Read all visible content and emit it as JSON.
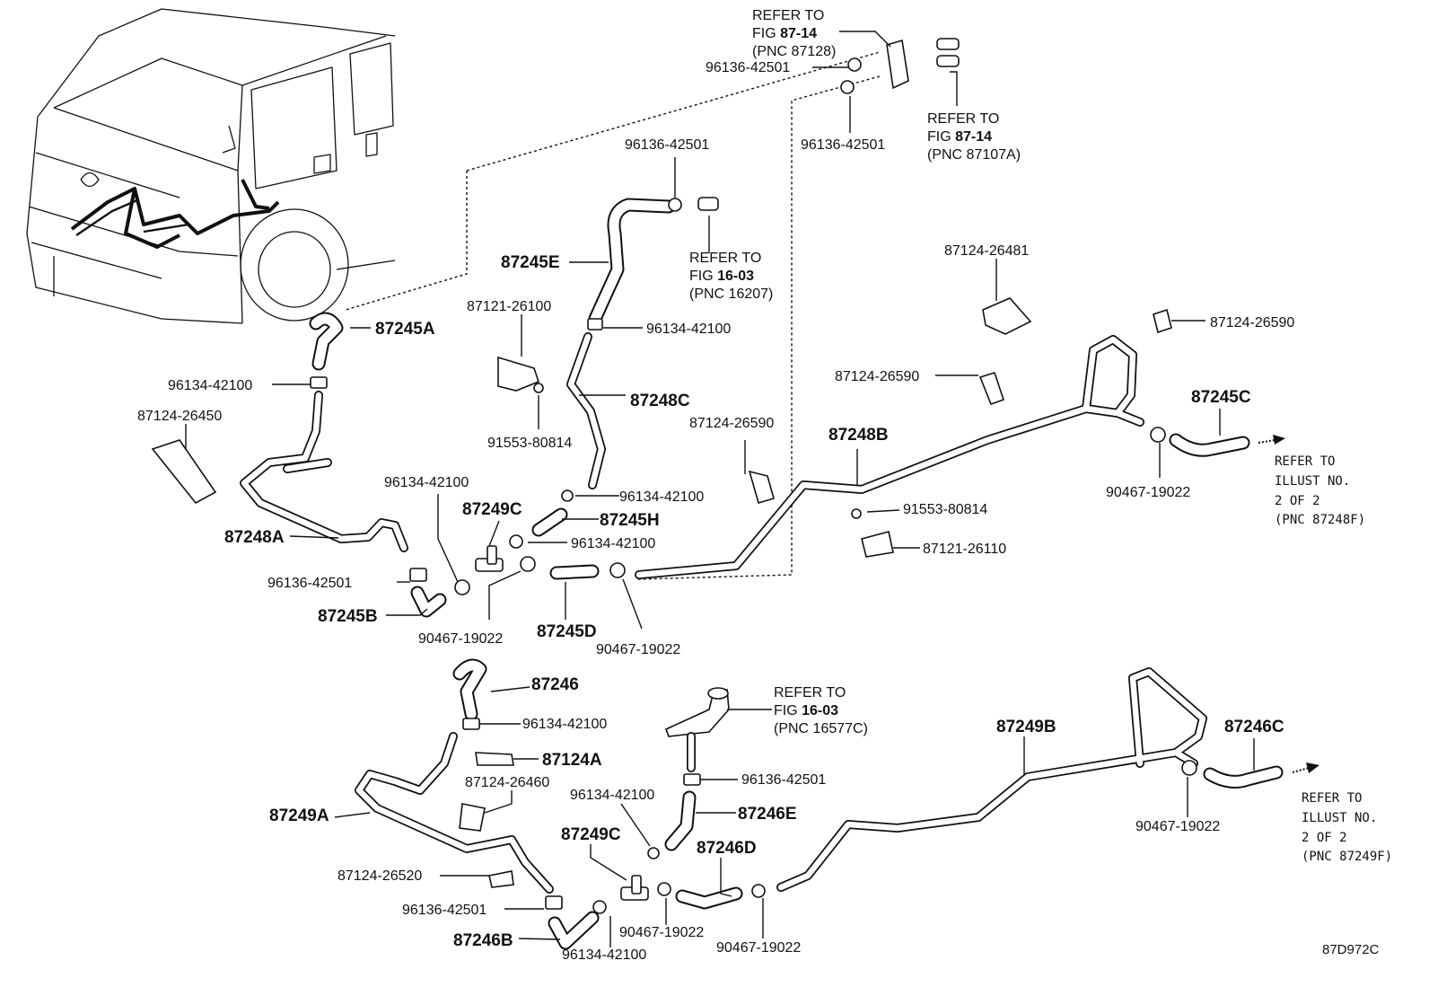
{
  "diagram": {
    "code": "87D972C",
    "refs": {
      "fig8714_a": {
        "l1": "REFER TO",
        "l2a": "FIG ",
        "l2b": "87-14",
        "l3": "(PNC 87128)"
      },
      "fig8714_b": {
        "l1": "REFER TO",
        "l2a": "FIG ",
        "l2b": "87-14",
        "l3": "(PNC 87107A)"
      },
      "fig1603_a": {
        "l1": "REFER TO",
        "l2a": "FIG ",
        "l2b": "16-03",
        "l3": "(PNC 16207)"
      },
      "fig1603_b": {
        "l1": "REFER TO",
        "l2a": "FIG ",
        "l2b": "16-03",
        "l3": "(PNC 16577C)"
      },
      "illust_a": {
        "l1": "REFER TO",
        "l2": "ILLUST NO.",
        "l3": "2 OF 2",
        "l4": "(PNC 87248F)"
      },
      "illust_b": {
        "l1": "REFER TO",
        "l2": "ILLUST NO.",
        "l3": "2 OF 2",
        "l4": "(PNC 87249F)"
      }
    },
    "parts": {
      "p87245A": "87245A",
      "p87245B": "87245B",
      "p87245C": "87245C",
      "p87245D": "87245D",
      "p87245E": "87245E",
      "p87245H": "87245H",
      "p87246": "87246",
      "p87246B": "87246B",
      "p87246C": "87246C",
      "p87246D": "87246D",
      "p87246E": "87246E",
      "p87248A": "87248A",
      "p87248B": "87248B",
      "p87248C": "87248C",
      "p87249A": "87249A",
      "p87249B": "87249B",
      "p87249C_1": "87249C",
      "p87249C_2": "87249C",
      "p87124A": "87124A",
      "c96136_42501_top": "96136-42501",
      "c96136_42501_top2": "96136-42501",
      "c96136_42501_mid": "96136-42501",
      "c96136_42501_left": "96136-42501",
      "c96136_42501_low": "96136-42501",
      "c96136_42501_lowleft": "96136-42501",
      "c96134_42100_a": "96134-42100",
      "c96134_42100_b": "96134-42100",
      "c96134_42100_c": "96134-42100",
      "c96134_42100_d": "96134-42100",
      "c96134_42100_e": "96134-42100",
      "c96134_42100_f": "96134-42100",
      "c96134_42100_g": "96134-42100",
      "c96134_42100_h": "96134-42100",
      "c90467_19022_a": "90467-19022",
      "c90467_19022_b": "90467-19022",
      "c90467_19022_c": "90467-19022",
      "c90467_19022_d": "90467-19022",
      "c90467_19022_e": "90467-19022",
      "c90467_19022_f": "90467-19022",
      "b87121_26100": "87121-26100",
      "b87121_26110": "87121-26110",
      "s91553_80814_a": "91553-80814",
      "s91553_80814_b": "91553-80814",
      "k87124_26481": "87124-26481",
      "k87124_26590_a": "87124-26590",
      "k87124_26590_b": "87124-26590",
      "k87124_26590_c": "87124-26590",
      "k87124_26450": "87124-26450",
      "k87124_26460": "87124-26460",
      "k87124_26520": "87124-26520"
    }
  }
}
